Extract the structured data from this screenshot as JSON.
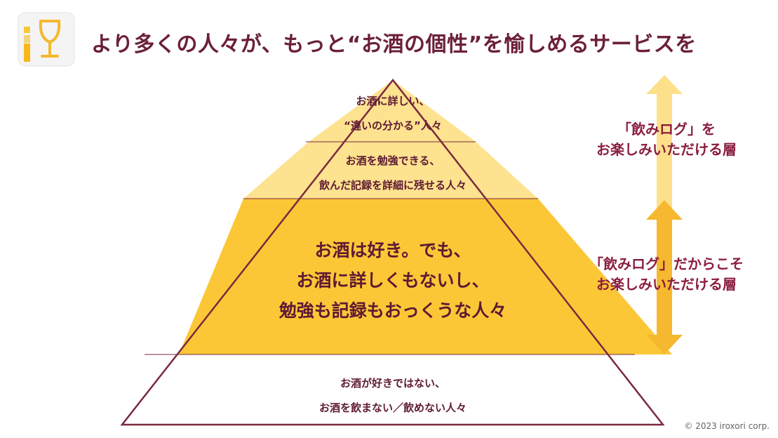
{
  "title": "より多くの人々が、もっと“お酒の個性”を愉しめるサービスを",
  "colors": {
    "title": "#6b1f3a",
    "pyramid_outline": "#7a2a3e",
    "tier_fill_light": "#fde28f",
    "tier_fill_main": "#fcc737",
    "arrow_light": "#fde089",
    "arrow_main": "#f5b82e"
  },
  "tiers": {
    "top": [
      "お酒に詳しい、",
      "“違いの分かる”人々"
    ],
    "upper": [
      "お酒を勉強できる、",
      "飲んだ記録を詳細に残せる人々"
    ],
    "middle": [
      "お酒は好き。でも、",
      "お酒に詳しくもないし、",
      "勉強も記録もおっくうな人々"
    ],
    "bottom": [
      "お酒が好きではない、",
      "お酒を飲まない／飲めない人々"
    ]
  },
  "side_labels": {
    "upper": [
      "「飲みログ」を",
      "お楽しみいただける層"
    ],
    "lower": [
      "「飲みログ」だからこそ",
      "お楽しみいただける層"
    ]
  },
  "icons": {
    "app": "wine-glass-icon",
    "arrow_upper": "up-arrow-icon",
    "arrow_lower": "double-headed-arrow-icon"
  },
  "copyright": "© 2023 iroxori corp."
}
